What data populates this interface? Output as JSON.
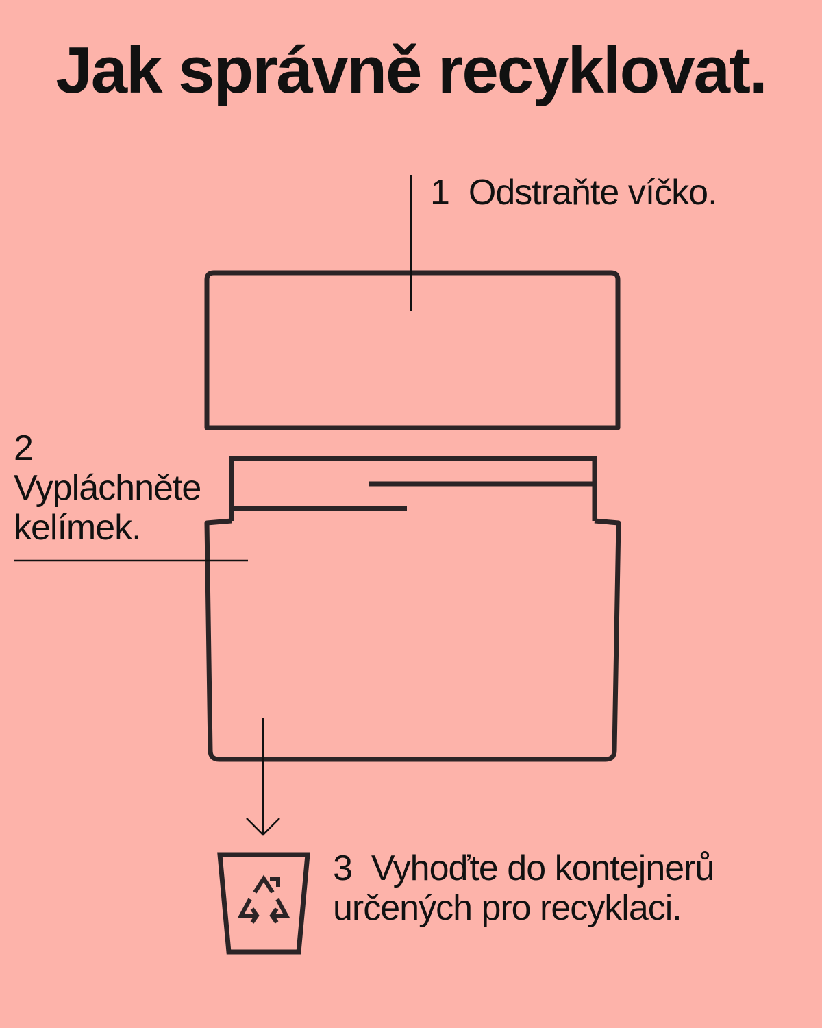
{
  "colors": {
    "background": "#FDB3AA",
    "ink": "#111111",
    "outline": "#2B2426"
  },
  "title": "Jak správně recyklovat.",
  "steps": {
    "one": {
      "number": "1",
      "text": "Odstraňte víčko."
    },
    "two": {
      "number": "2",
      "line1": "Vypláchněte",
      "line2": "kelímek."
    },
    "three": {
      "number": "3",
      "line1": "Vyhoďte do kontejnerů",
      "line2": "určených pro recyklaci."
    }
  },
  "icons": {
    "bin": "recycling-bin-icon",
    "recycle": "recycle-arrows-icon",
    "arrow": "arrow-down-icon"
  }
}
